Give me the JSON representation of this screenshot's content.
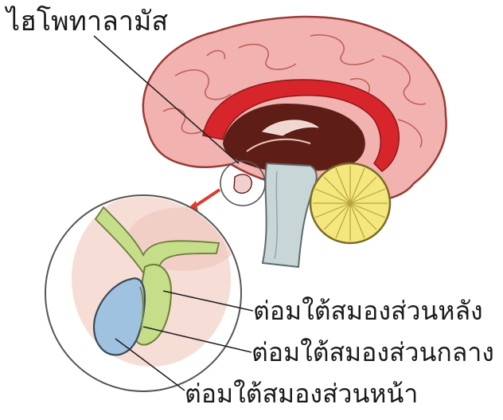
{
  "labels": {
    "hypothalamus": "ไฮโพทาลามัส",
    "posterior_pituitary": "ต่อมใต้สมองส่วนหลัง",
    "intermediate_pituitary": "ต่อมใต้สมองส่วนกลาง",
    "anterior_pituitary": "ต่อมใต้สมองส่วนหน้า"
  },
  "colors": {
    "cerebrum": "#f2b3b0",
    "cerebrum_outline": "#9a3b36",
    "inner_red": "#d8242b",
    "dark_core": "#5e1e17",
    "brainstem": "#c9d6d8",
    "cerebellum": "#f4e77d",
    "posterior_lobe": "#c6dd8a",
    "anterior_lobe": "#9fc2e0",
    "arrow": "#e0392f"
  }
}
